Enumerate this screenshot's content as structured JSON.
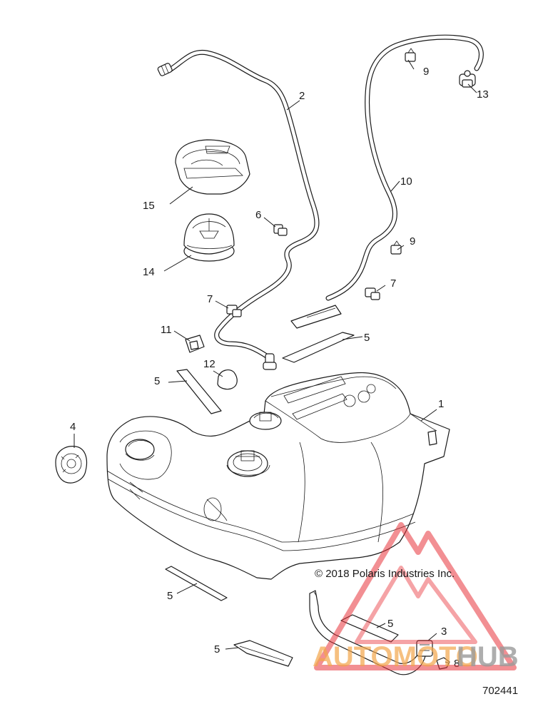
{
  "callouts": {
    "c1": "1",
    "c2": "2",
    "c3": "3",
    "c4": "4",
    "c5a": "5",
    "c5b": "5",
    "c5c": "5",
    "c5d": "5",
    "c5e": "5",
    "c6": "6",
    "c7a": "7",
    "c7b": "7",
    "c8": "8",
    "c9a": "9",
    "c9b": "9",
    "c10": "10",
    "c11": "11",
    "c12": "12",
    "c13": "13",
    "c14": "14",
    "c15": "15"
  },
  "copyright": "© 2018 Polaris Industries Inc.",
  "figure_number": "702441",
  "watermark": {
    "brand_left": "AUTOMOTO",
    "brand_right": "HUB",
    "color_accent": "#e8333a",
    "color_orange": "#f2a54a",
    "color_gray": "#9a9a9a"
  }
}
